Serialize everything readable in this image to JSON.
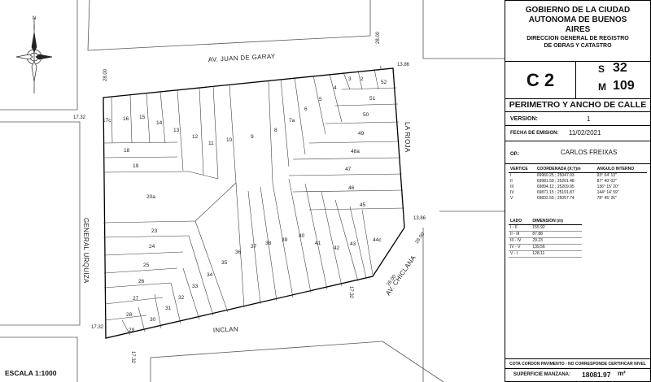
{
  "map": {
    "streets": {
      "north": "AV. JUAN DE GARAY",
      "east": "LA RIOJA",
      "west": "GENERAL URQUIZA",
      "south": "INCLAN",
      "southeast": "AV. CHICLANA"
    },
    "dimensions": [
      "28.00",
      "28.00",
      "13.86",
      "17.32",
      "13.86",
      "26.00",
      "26.00",
      "17.32",
      "17.32",
      "17.32"
    ],
    "lots": [
      "1",
      "2",
      "3",
      "4",
      "5",
      "6",
      "7a",
      "8",
      "9",
      "10",
      "11",
      "12",
      "13",
      "14",
      "15",
      "16",
      "17c",
      "18",
      "19",
      "20a",
      "23",
      "24",
      "25",
      "26",
      "27",
      "28",
      "29",
      "30",
      "31",
      "32",
      "33",
      "34",
      "35",
      "36",
      "37",
      "38",
      "39",
      "40",
      "41",
      "42",
      "43",
      "44c",
      "45",
      "46",
      "47",
      "48a",
      "49",
      "50",
      "51",
      "52"
    ],
    "compass_label": "N",
    "scale": "ESCALA 1:1000"
  },
  "panel": {
    "title": "GOBIERNO DE LA CIUDAD AUTONOMA DE BUENOS AIRES",
    "subtitle": "DIRECCION GENERAL DE REGISTRO DE OBRAS Y CATASTRO",
    "circ": "C 2",
    "seccion_label": "S",
    "seccion": "32",
    "manzana_label": "M",
    "manzana": "109",
    "heading": "PERIMETRO Y ANCHO DE CALLE",
    "version_label": "VERSION:",
    "version": "1",
    "fecha_label": "FECHA DE EMISION:",
    "fecha": "11/02/2021",
    "op_label": "OP.:",
    "op": "CARLOS FREIXAS",
    "vertices_headers": [
      "VERTICE",
      "COORDENADA (X;Y)m",
      "ANGULO INTERNO"
    ],
    "vertices": [
      [
        "I",
        "69960.25 ; 25047.03",
        "93° 04' 13\""
      ],
      [
        "II",
        "69981.59 ; 25201.48",
        "87° 40' 02\""
      ],
      [
        "III",
        "69894.12 ; 25209.95",
        "136° 15' 20\""
      ],
      [
        "IV",
        "69871.15 ; 25191.87",
        "144° 14' 59\""
      ],
      [
        "V",
        "69832.59 ; 25057.74",
        "78° 45' 26\""
      ]
    ],
    "lados_headers": [
      "LADO",
      "DIMENSION (m)"
    ],
    "lados": [
      [
        "I - II",
        "155.92"
      ],
      [
        "II - III",
        "87.88"
      ],
      [
        "III - IV",
        "29.23"
      ],
      [
        "IV - V",
        "139.56"
      ],
      [
        "V - I",
        "128.11"
      ]
    ],
    "footer_note": "COTA CORDON PAVIMENTO - NO CORRESPONDE CERTIFICAR NIVEL",
    "superficie_label": "SUPERFICIE MANZANA:",
    "superficie": "18081.97",
    "superficie_unit": "m²"
  }
}
